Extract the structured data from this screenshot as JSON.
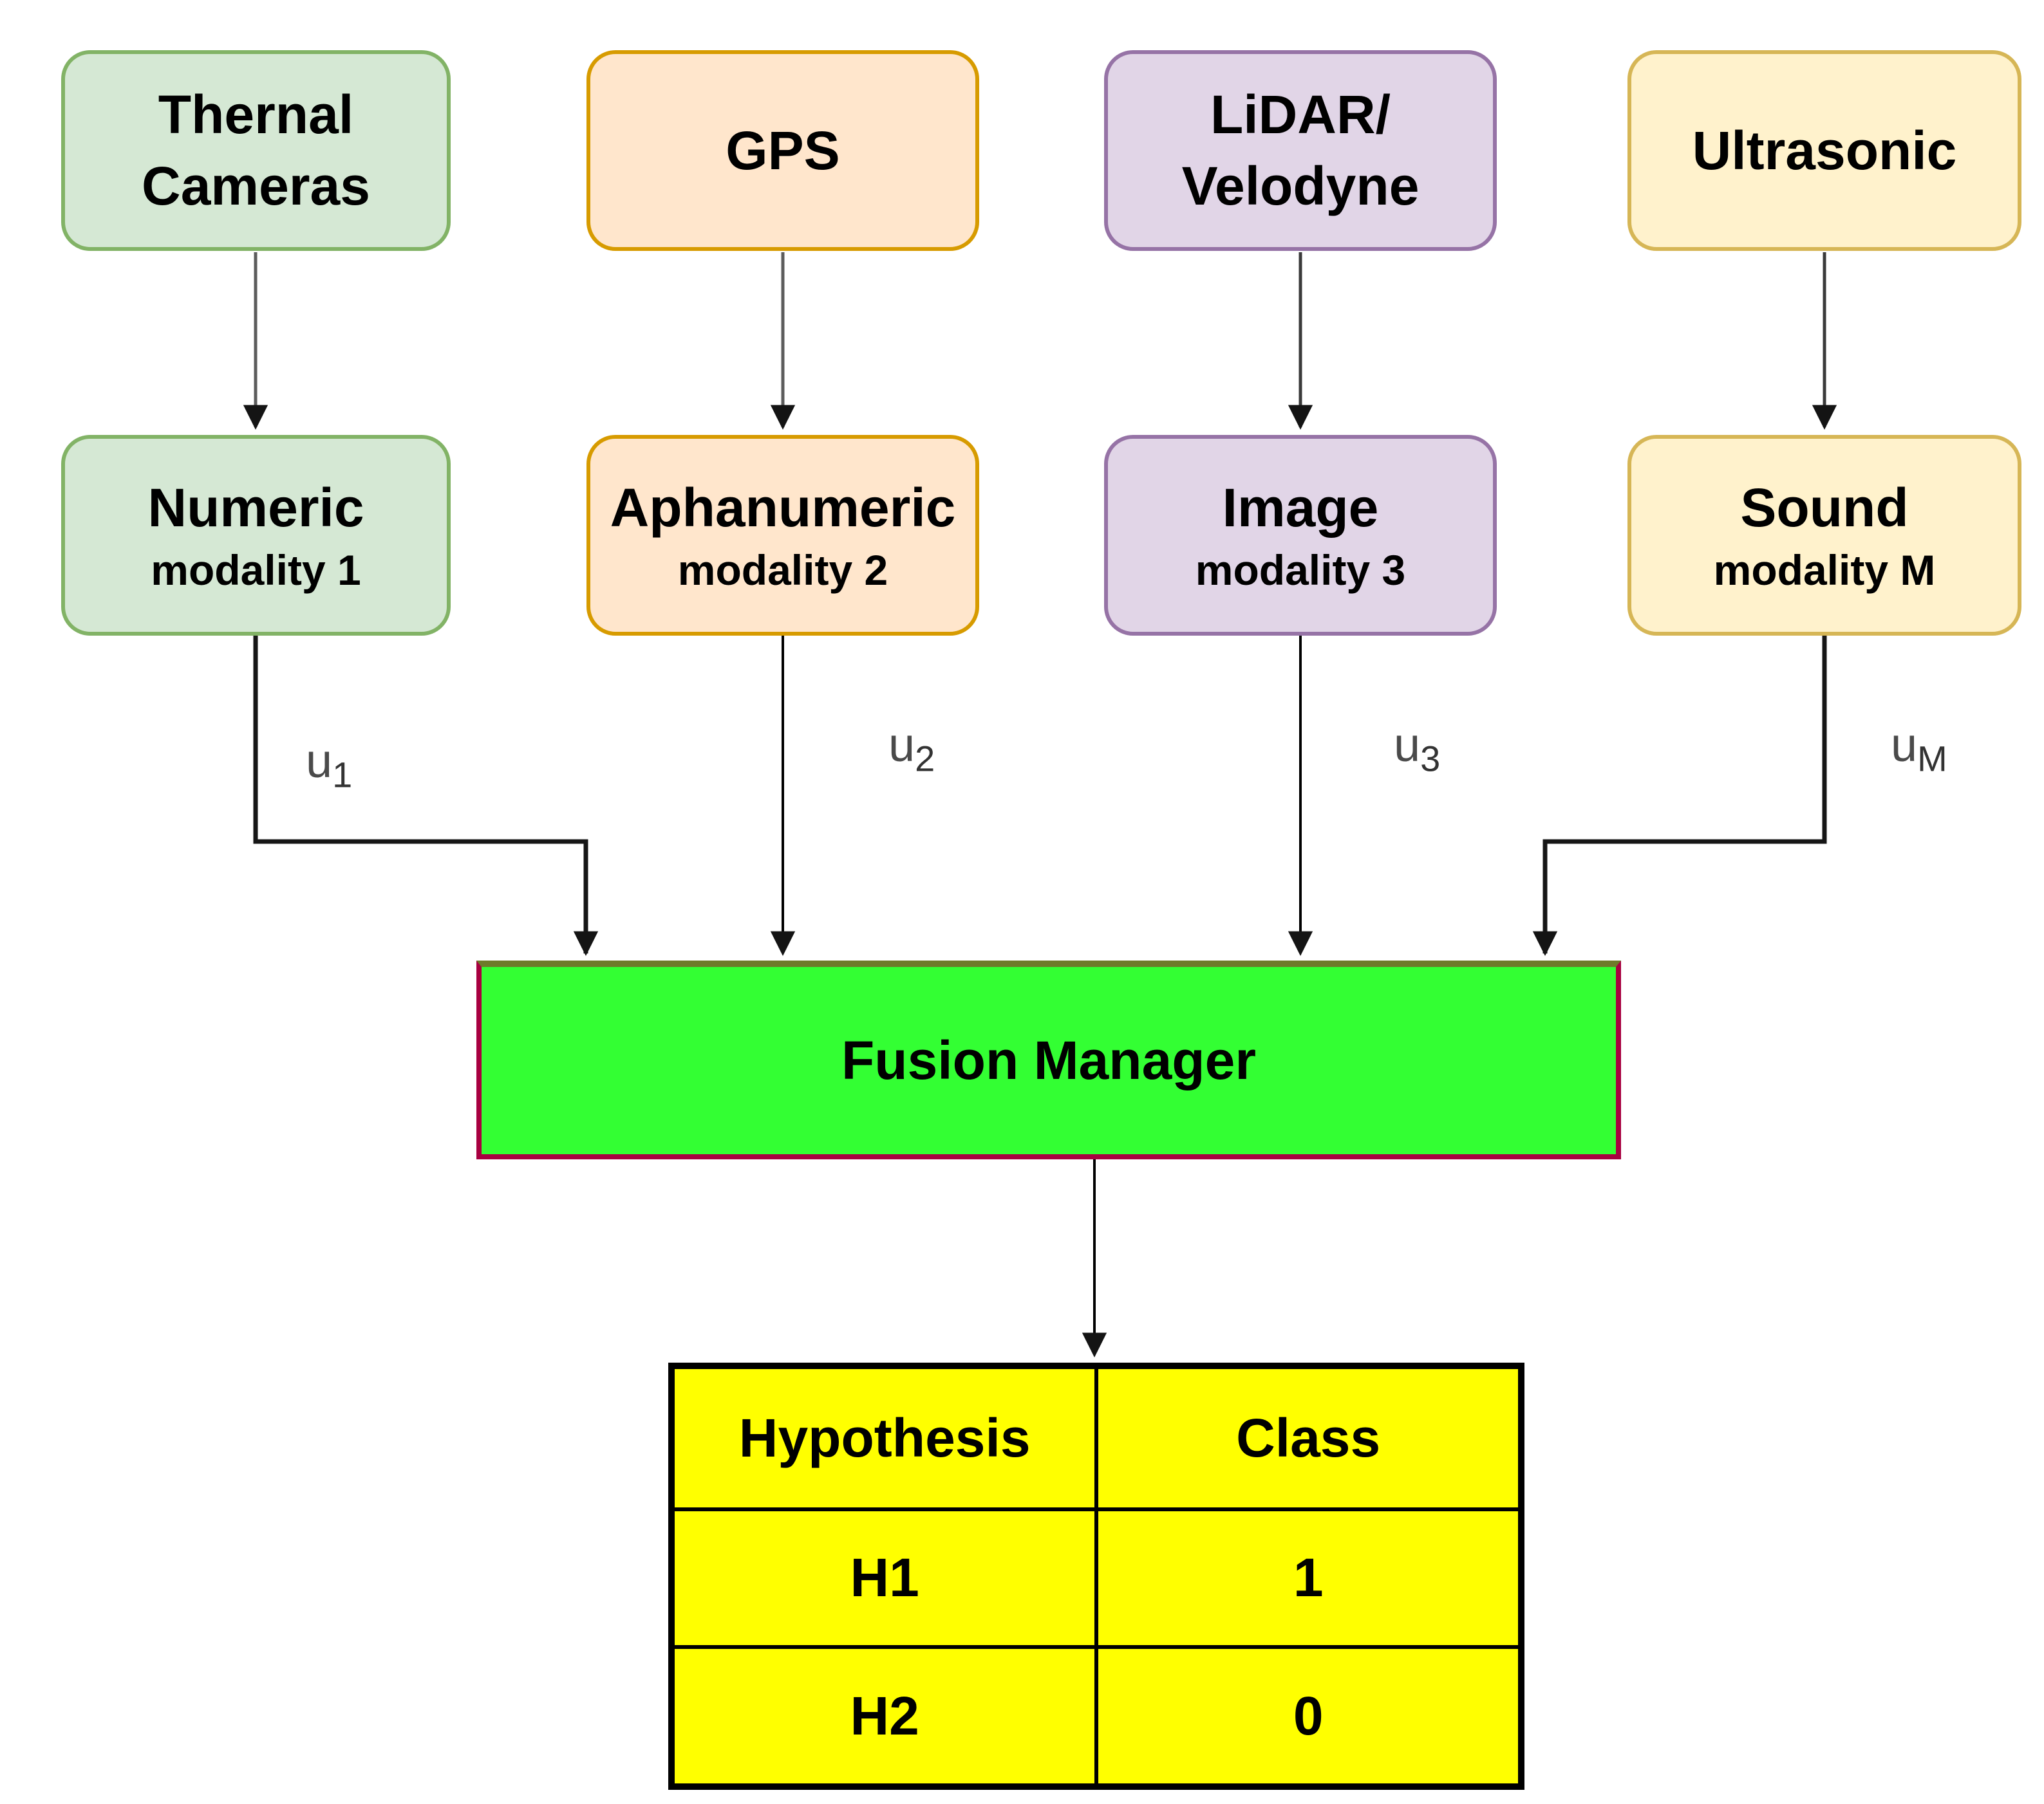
{
  "sensors": [
    {
      "label": "Thernal\nCameras",
      "fill": "#d5e8d4",
      "stroke": "#82b366"
    },
    {
      "label": "GPS",
      "fill": "#ffe6cc",
      "stroke": "#d79b00"
    },
    {
      "label": "LiDAR/\nVelodyne",
      "fill": "#e1d5e7",
      "stroke": "#9673a6"
    },
    {
      "label": "Ultrasonic",
      "fill": "#fff2cc",
      "stroke": "#d6b656"
    }
  ],
  "modalities": [
    {
      "title": "Numeric",
      "subtitle": "modality 1",
      "fill": "#d5e8d4",
      "stroke": "#82b366"
    },
    {
      "title": "Aphanumeric",
      "subtitle": "modality 2",
      "fill": "#ffe6cc",
      "stroke": "#d79b00"
    },
    {
      "title": "Image",
      "subtitle": "modality 3",
      "fill": "#e1d5e7",
      "stroke": "#9673a6"
    },
    {
      "title": "Sound",
      "subtitle": "modality M",
      "fill": "#fff2cc",
      "stroke": "#d6b656"
    }
  ],
  "edge_labels": [
    {
      "base": "u",
      "sub": "1"
    },
    {
      "base": "u",
      "sub": "2"
    },
    {
      "base": "u",
      "sub": "3"
    },
    {
      "base": "u",
      "sub": "M"
    }
  ],
  "fusion_manager": {
    "label": "Fusion Manager",
    "fill": "#33ff33",
    "stroke": "#a80040"
  },
  "output_table": {
    "headers": [
      "Hypothesis",
      "Class"
    ],
    "rows": [
      [
        "H1",
        "1"
      ],
      [
        "H2",
        "0"
      ]
    ],
    "fill": "#ffff00",
    "stroke": "#000000"
  }
}
